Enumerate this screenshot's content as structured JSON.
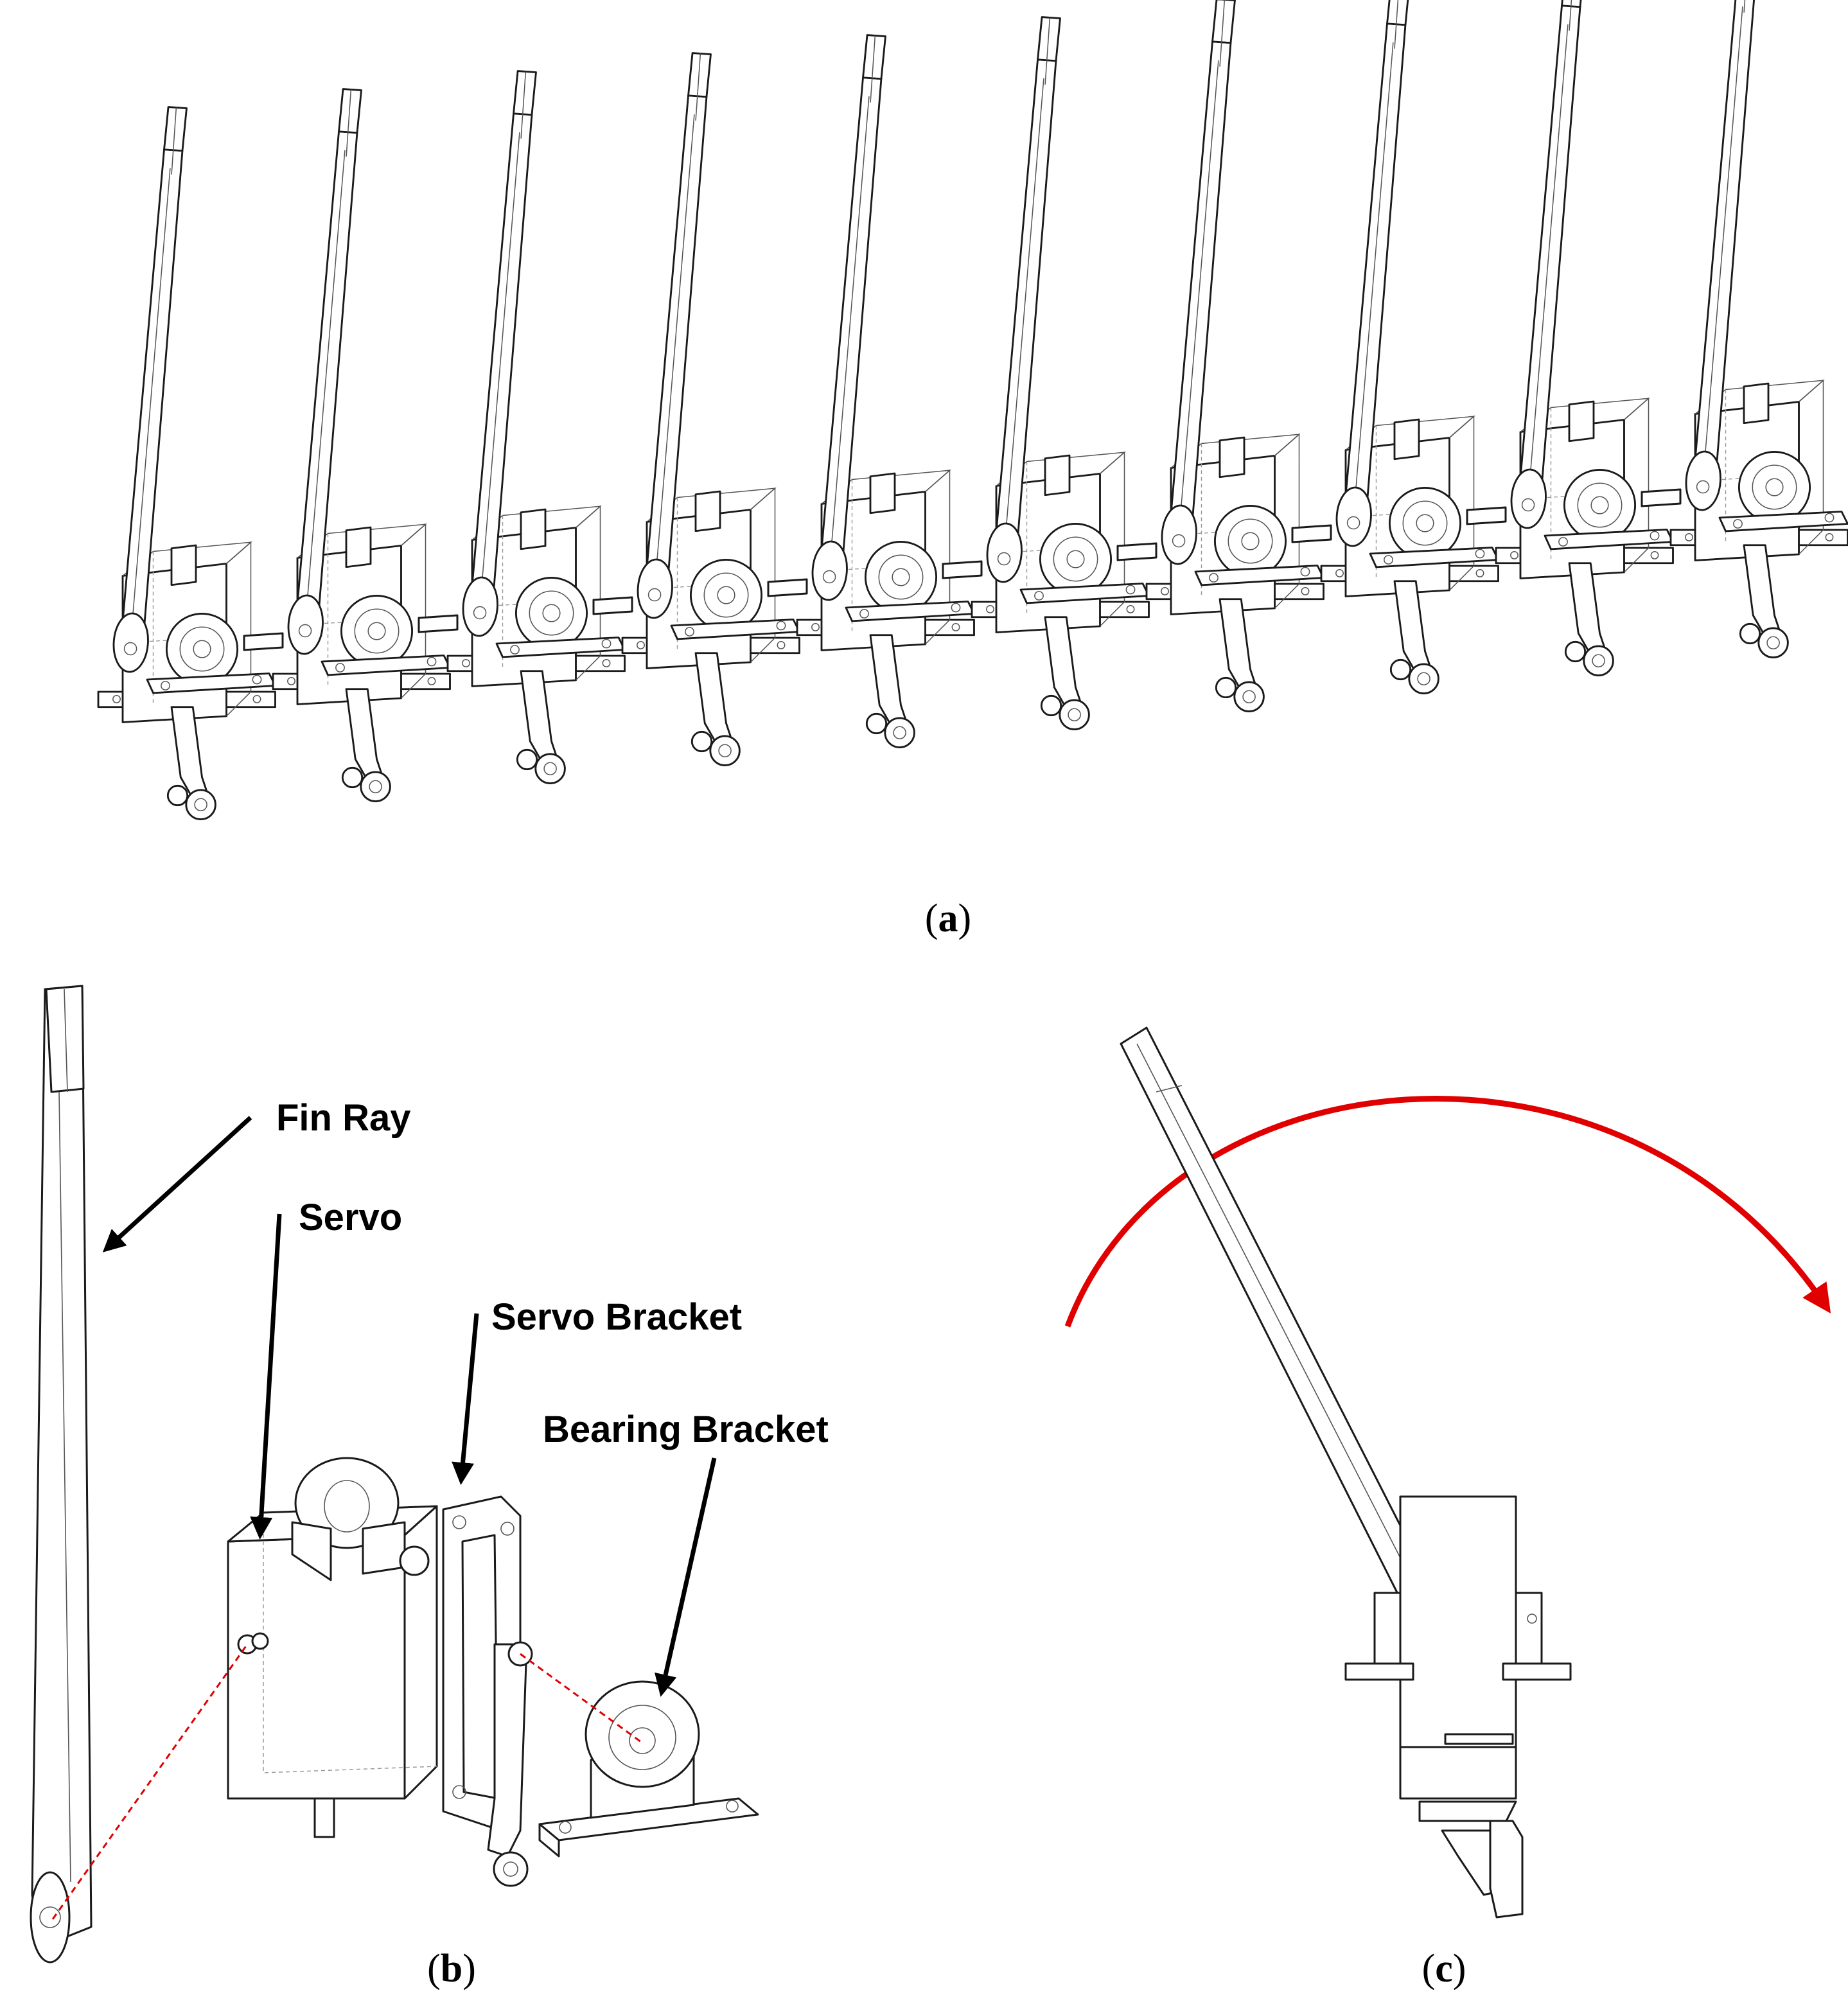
{
  "figure": {
    "panels": [
      {
        "id": "a",
        "label": "a"
      },
      {
        "id": "b",
        "label": "b"
      },
      {
        "id": "c",
        "label": "c"
      }
    ],
    "callouts": {
      "fin_ray": "Fin Ray",
      "servo": "Servo",
      "servo_bracket": "Servo Bracket",
      "bearing_bracket": "Bearing Bracket"
    },
    "array_unit_count": 10,
    "colors": {
      "line": "#1a1a1a",
      "motion_arrow": "#e00000",
      "assembly_axis": "#e00000",
      "background": "#ffffff"
    },
    "icons": [
      "motion-arc-arrow-icon",
      "callout-arrow-icon"
    ]
  }
}
